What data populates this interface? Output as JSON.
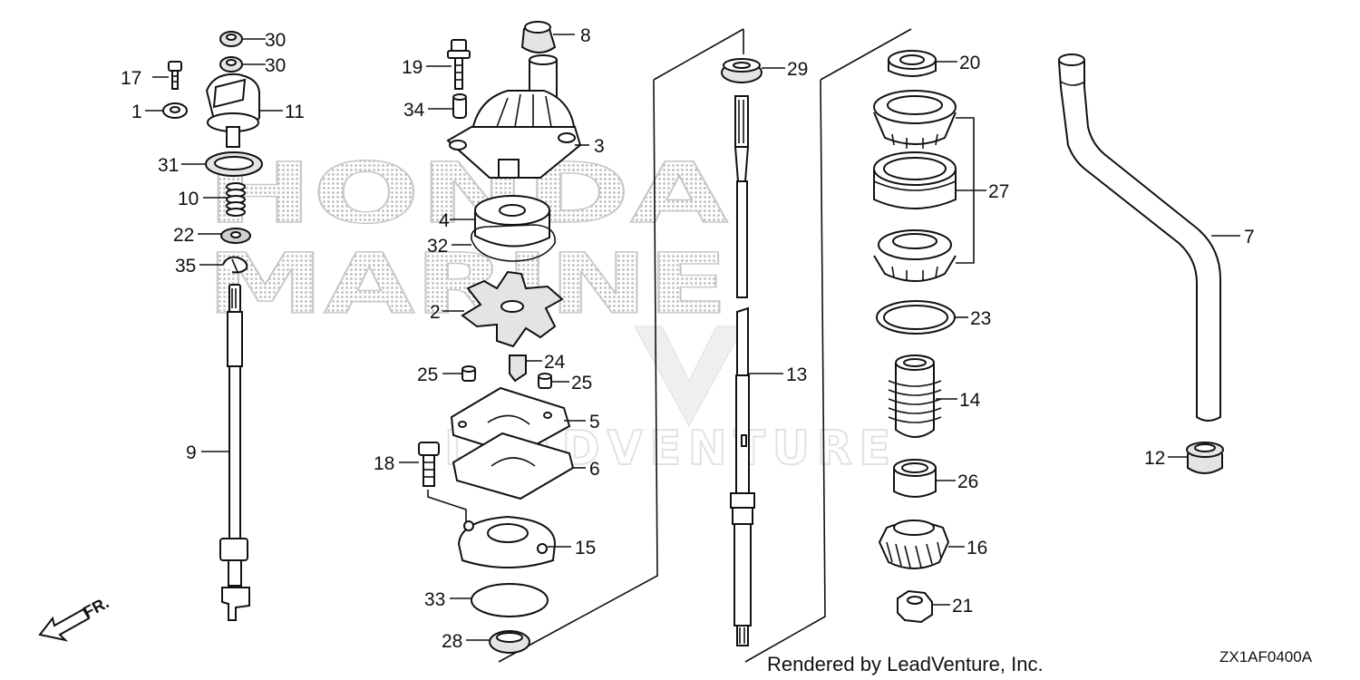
{
  "watermark": {
    "brand_line1": "HONDA",
    "brand_line2": "MARINE",
    "vendor": "LEADVENTURE"
  },
  "callouts": {
    "c1": "1",
    "c2": "2",
    "c3": "3",
    "c4": "4",
    "c5": "5",
    "c6": "6",
    "c7": "7",
    "c8": "8",
    "c9": "9",
    "c10": "10",
    "c11": "11",
    "c12": "12",
    "c13": "13",
    "c14": "14",
    "c15": "15",
    "c16": "16",
    "c17": "17",
    "c18": "18",
    "c19": "19",
    "c20": "20",
    "c21": "21",
    "c22": "22",
    "c23": "23",
    "c24": "24",
    "c25a": "25",
    "c25b": "25",
    "c26": "26",
    "c27": "27",
    "c28": "28",
    "c29": "29",
    "c30a": "30",
    "c30b": "30",
    "c31": "31",
    "c32": "32",
    "c33": "33",
    "c34": "34",
    "c35": "35"
  },
  "front_marker": "FR.",
  "credit": "Rendered by LeadVenture, Inc.",
  "diagram_code": "ZX1AF0400A"
}
